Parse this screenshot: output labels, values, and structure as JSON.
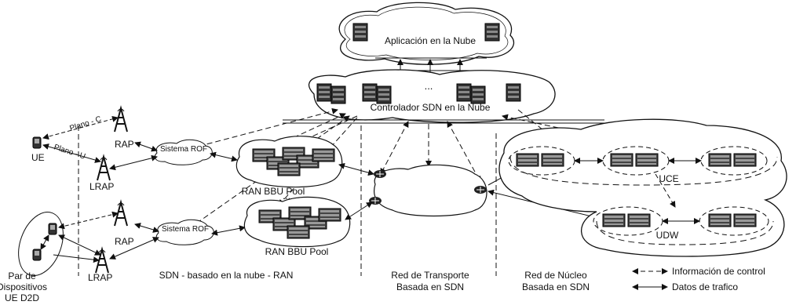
{
  "cloud_app": {
    "label": "Aplicación en la Nube"
  },
  "controller": {
    "label": "Controlador SDN en la Nube",
    "ellipsis": "..."
  },
  "ran_top": {
    "plane_c": "Plano - C",
    "plane_u": "Plano - U",
    "ue": "UE",
    "rap": "RAP",
    "lrap": "LRAP",
    "rof": "Sistema ROF",
    "bbu_pool": "RAN BBU Pool",
    "dots": "..."
  },
  "ran_bottom": {
    "rap": "RAP",
    "lrap": "LRAP",
    "rof": "Sistema ROF",
    "bbu_pool": "RAN BBU Pool",
    "d2d_label_line1": "Par de",
    "d2d_label_line2": "Dispositivos",
    "d2d_label_line3": "UE D2D"
  },
  "core": {
    "uce": "UCE",
    "udw": "UDW"
  },
  "sections": {
    "ran": "SDN - basado en la nube - RAN",
    "transport_line1": "Red de Transporte",
    "transport_line2": "Basada en SDN",
    "core_line1": "Red de Núcleo",
    "core_line2": "Basada en SDN"
  },
  "legend": {
    "control": "Información de control",
    "data": "Datos de trafico"
  }
}
